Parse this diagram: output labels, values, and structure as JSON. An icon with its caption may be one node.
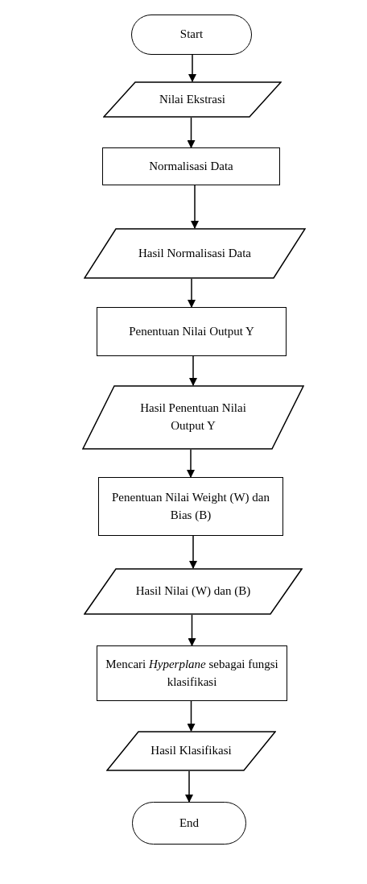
{
  "diagram": {
    "nodes": [
      {
        "text": [
          "Start"
        ]
      },
      {
        "text": [
          "Nilai Ekstrasi"
        ]
      },
      {
        "text": [
          "Normalisasi Data"
        ]
      },
      {
        "text": [
          "Hasil Normalisasi Data"
        ]
      },
      {
        "text": [
          "Penentuan Nilai Output Y"
        ]
      },
      {
        "text": [
          "Hasil Penentuan Nilai Output Y"
        ]
      },
      {
        "text": [
          "Penentuan Nilai Weight (W) dan Bias (B)"
        ]
      },
      {
        "text": [
          "Hasil Nilai (W) dan (B)"
        ]
      },
      {
        "text": [
          "Mencari *Hyperplane* sebagai fungsi klasifikasi"
        ]
      },
      {
        "text": [
          "Hasil Klasifikasi"
        ]
      },
      {
        "text": [
          "End"
        ]
      }
    ],
    "edges": [
      {
        "from": 0,
        "to": 1,
        "arrow": "to"
      },
      {
        "from": 1,
        "to": 2,
        "arrow": "to"
      },
      {
        "from": 2,
        "to": 3,
        "arrow": "to"
      },
      {
        "from": 3,
        "to": 4,
        "arrow": "to"
      },
      {
        "from": 4,
        "to": 5,
        "arrow": "to"
      },
      {
        "from": 5,
        "to": 6,
        "arrow": "to"
      },
      {
        "from": 6,
        "to": 7,
        "arrow": "to"
      },
      {
        "from": 7,
        "to": 8,
        "arrow": "to"
      },
      {
        "from": 8,
        "to": 9,
        "arrow": "to"
      },
      {
        "from": 9,
        "to": 10,
        "arrow": "to"
      }
    ]
  }
}
